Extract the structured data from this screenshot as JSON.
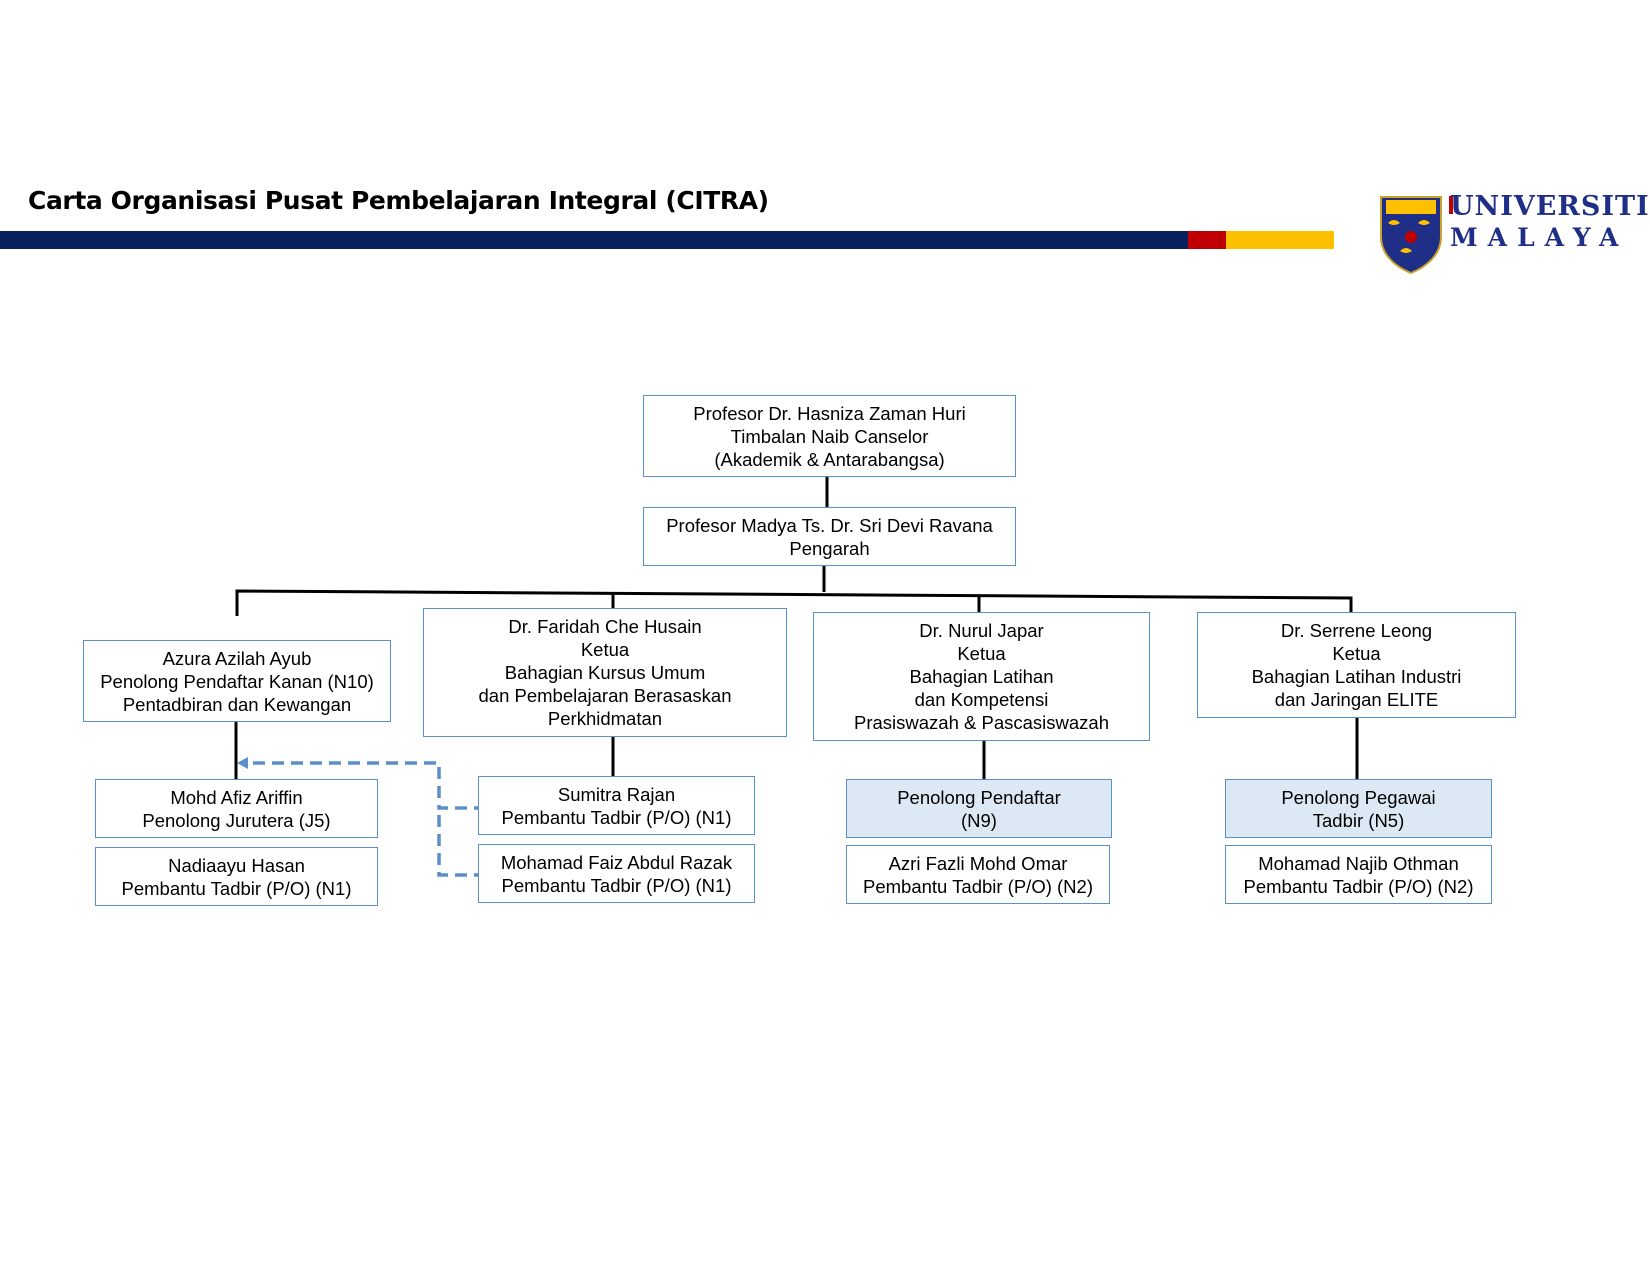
{
  "title": "Carta Organisasi Pusat Pembelajaran Integral (CITRA)",
  "colors": {
    "navy": "#06215b",
    "red": "#c00000",
    "gold": "#ffc000",
    "box_border": "#5b8fc7",
    "box_shaded": "#dde8f5",
    "dotted_link": "#5b8fc7"
  },
  "logo": {
    "line1": "UNIVERSITI",
    "line2": "MALAYA",
    "icon": "university-crest-icon"
  },
  "org": {
    "dvc": {
      "name": "Profesor Dr. Hasniza Zaman Huri",
      "role": "Timbalan Naib Canselor",
      "detail": "(Akademik & Antarabangsa)"
    },
    "director": {
      "name": "Profesor Madya Ts. Dr. Sri Devi Ravana",
      "role": "Pengarah"
    },
    "admin": {
      "name": "Azura Azilah Ayub",
      "role": "Penolong Pendaftar Kanan (N10)",
      "unit": "Pentadbiran dan Kewangan"
    },
    "kursus": {
      "name": "Dr. Faridah Che Husain",
      "role": "Ketua",
      "unit1": "Bahagian Kursus Umum",
      "unit2": "dan Pembelajaran Berasaskan",
      "unit3": "Perkhidmatan"
    },
    "latihan": {
      "name": "Dr. Nurul Japar",
      "role": "Ketua",
      "unit1": "Bahagian Latihan",
      "unit2": "dan Kompetensi",
      "unit3": "Prasiswazah & Pascasiswazah"
    },
    "industri": {
      "name": "Dr. Serrene Leong",
      "role": "Ketua",
      "unit1": "Bahagian Latihan Industri",
      "unit2": "dan Jaringan ELITE"
    },
    "afiz": {
      "name": "Mohd Afiz Ariffin",
      "role": "Penolong Jurutera (J5)"
    },
    "nadiaayu": {
      "name": "Nadiaayu Hasan",
      "role": "Pembantu Tadbir (P/O) (N1)"
    },
    "sumitra": {
      "name": "Sumitra Rajan",
      "role": "Pembantu Tadbir (P/O) (N1)"
    },
    "faiz": {
      "name": "Mohamad Faiz Abdul Razak",
      "role": "Pembantu Tadbir (P/O) (N1)"
    },
    "pp_n9": {
      "line1": "Penolong Pendaftar",
      "line2": "(N9)"
    },
    "azri": {
      "name": "Azri Fazli Mohd Omar",
      "role": "Pembantu Tadbir (P/O) (N2)"
    },
    "ppt_n5": {
      "line1": "Penolong Pegawai",
      "line2": "Tadbir (N5)"
    },
    "najib": {
      "name": "Mohamad Najib Othman",
      "role": "Pembantu Tadbir (P/O) (N2)"
    }
  }
}
